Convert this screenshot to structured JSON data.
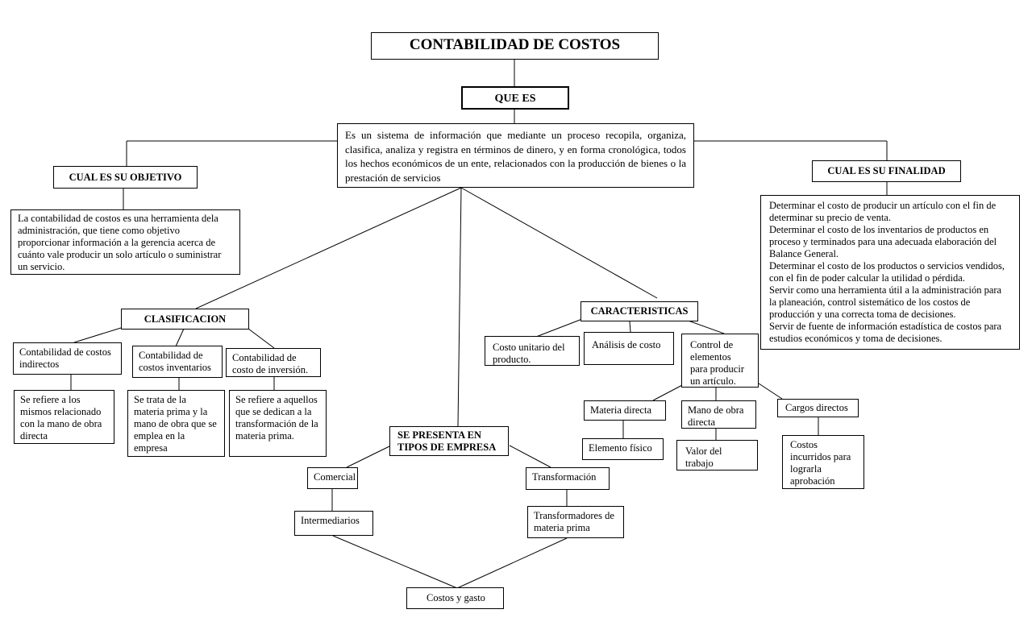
{
  "title": "CONTABILIDAD DE COSTOS",
  "que_es": {
    "label": "QUE ES",
    "definition": "Es un sistema de información que mediante un proceso recopila, organiza, clasifica, analiza y registra en términos de dinero, y en forma cronológica, todos los hechos económicos de un ente, relacionados con la producción de bienes o la prestación de servicios"
  },
  "objetivo": {
    "label": "CUAL ES SU OBJETIVO",
    "text": "La contabilidad de costos es una herramienta dela administración, que tiene como objetivo proporcionar información a la gerencia acerca de cuánto vale producir un solo artículo o suministrar un servicio."
  },
  "finalidad": {
    "label": "CUAL ES SU FINALIDAD",
    "text": "Determinar el costo de producir un artículo con el fin de determinar su precio de venta.\n Determinar el costo de los inventarios de productos en proceso y terminados para una adecuada elaboración del Balance General.\n Determinar el costo de los productos o servicios vendidos, con el fin de poder calcular la utilidad o pérdida.\n Servir como una herramienta útil a la administración para la planeación, control sistemático de los costos de producción y una correcta toma de decisiones.\n Servir de fuente de información estadística de costos para estudios económicos y toma de decisiones."
  },
  "clasificacion": {
    "label": "CLASIFICACION",
    "items": [
      {
        "name": "Contabilidad de costos indirectos",
        "desc": "Se refiere a los mismos relacionado con la mano de obra directa"
      },
      {
        "name": "Contabilidad de costos inventarios",
        "desc": "Se trata de la materia prima y la mano de obra que se emplea en la empresa"
      },
      {
        "name": "Contabilidad de costo de inversión.",
        "desc": "Se refiere a aquellos que se dedican a la transformación de la materia prima."
      }
    ]
  },
  "tipos": {
    "label": "SE PRESENTA EN TIPOS DE EMPRESA",
    "comercial": "Comercial",
    "intermediarios": "Intermediarios",
    "transformacion": "Transformación",
    "transformadores": "Transformadores de materia prima",
    "costos": "Costos y gasto"
  },
  "caracteristicas": {
    "label": "CARACTERISTICAS",
    "costo_unitario": "Costo unitario del producto.",
    "analisis": "Análisis de costo",
    "control": "Control de elementos para producir un artículo.",
    "materia": "Materia directa",
    "elemento": "Elemento físico",
    "mano": "Mano de obra directa",
    "valor": "Valor del trabajo",
    "cargos": "Cargos directos",
    "costos_incurridos": "Costos incurridos para lograrla aprobación"
  }
}
